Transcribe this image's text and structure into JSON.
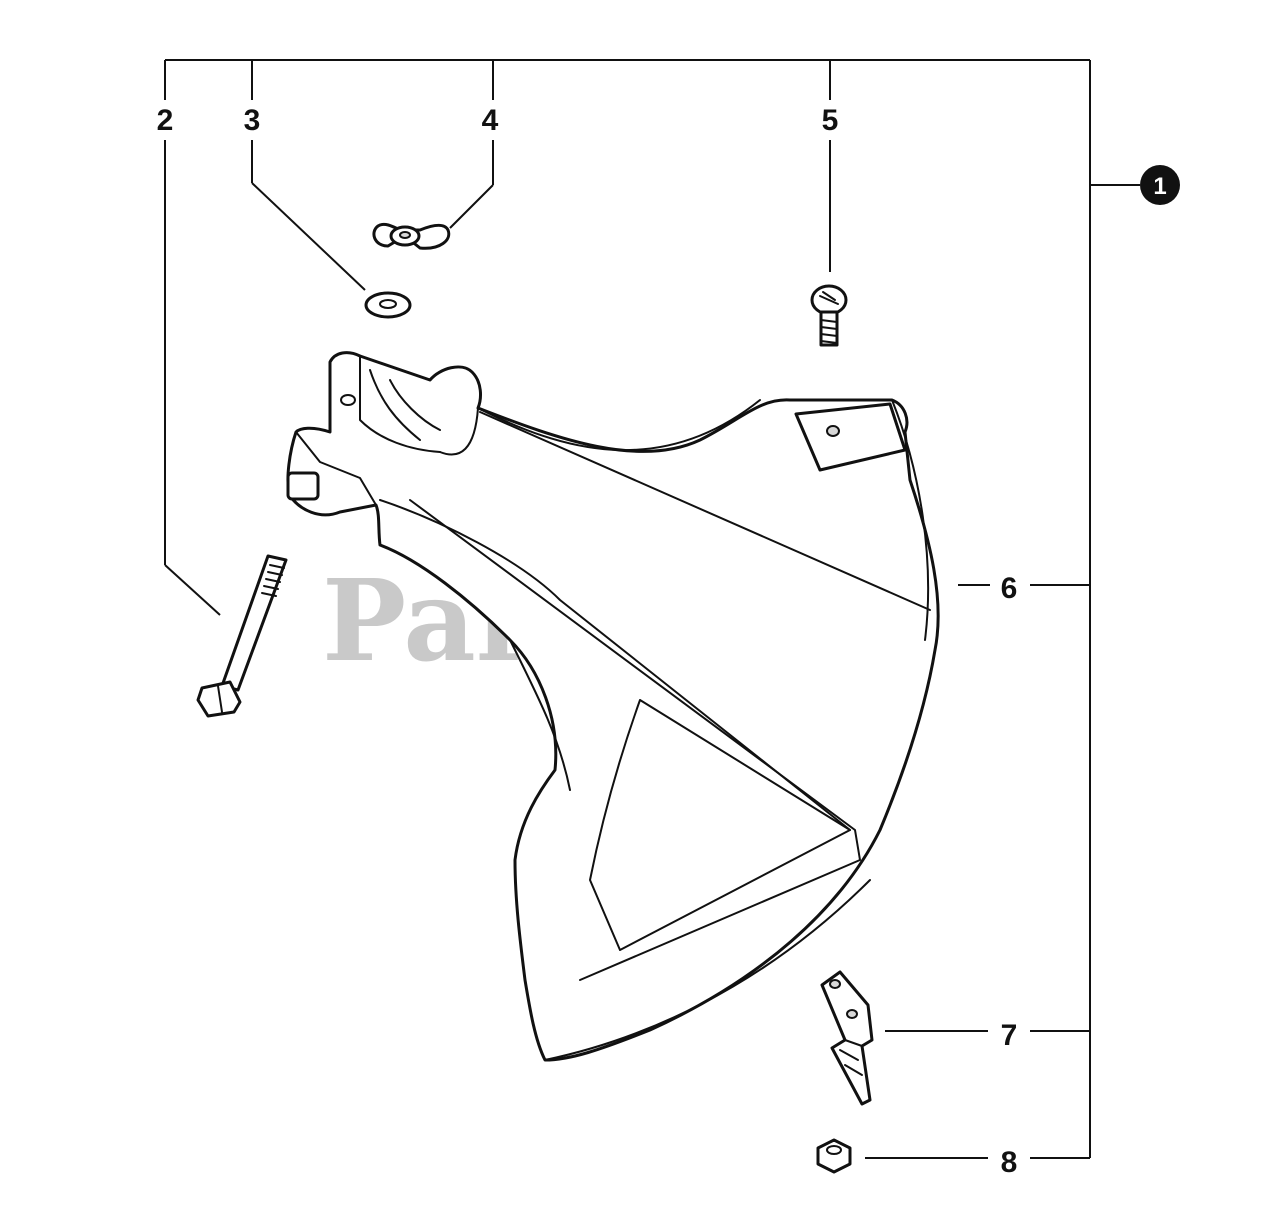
{
  "watermark": "PartsTree",
  "callouts": {
    "item_1": "1",
    "item_2": "2",
    "item_3": "3",
    "item_4": "4",
    "item_5": "5",
    "item_6": "6",
    "item_7": "7",
    "item_8": "8"
  },
  "colors": {
    "line": "#111111",
    "watermark": "#c9c9c9",
    "background": "#ffffff"
  }
}
